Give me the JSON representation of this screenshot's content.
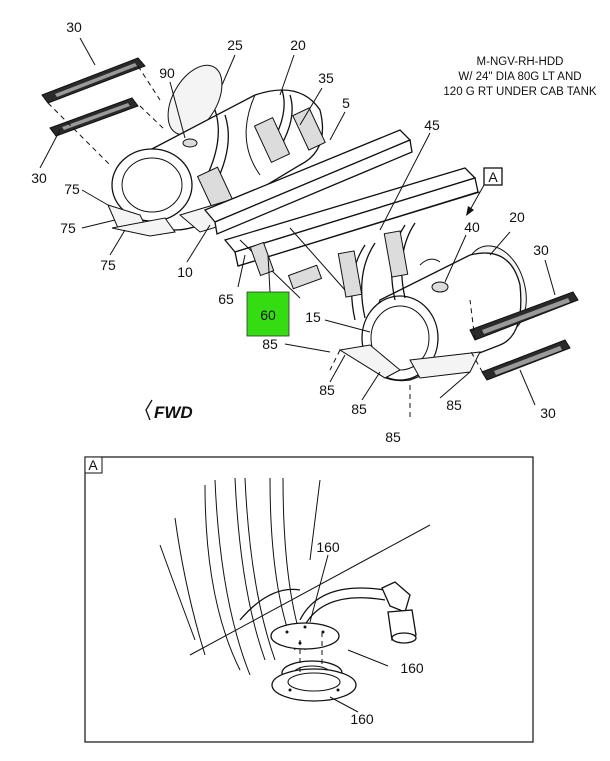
{
  "header": {
    "title_lines": [
      "M-NGV-RH-HDD",
      "W/ 24\" DIA 80G LT AND",
      "120 G RT UNDER CAB TANK"
    ]
  },
  "callouts": {
    "c30_top": "30",
    "c25": "25",
    "c20_top": "20",
    "c90": "90",
    "c35": "35",
    "c5": "5",
    "c30_left": "30",
    "c45": "45",
    "c75_a": "75",
    "c75_b": "75",
    "c75_c": "75",
    "c10": "10",
    "c65": "65",
    "c60": "60",
    "c15": "15",
    "c40": "40",
    "c20_right": "20",
    "c30_right": "30",
    "c85_a": "85",
    "c85_b": "85",
    "c85_c": "85",
    "c85_d": "85",
    "c85_e": "85",
    "c30_bottom": "30",
    "ref_a": "A"
  },
  "highlight": {
    "label": "60",
    "color": "#33dd11"
  },
  "fwd_label": "FWD",
  "detail": {
    "label": "A",
    "c160_top": "160",
    "c160_right": "160",
    "c160_bottom": "160"
  }
}
